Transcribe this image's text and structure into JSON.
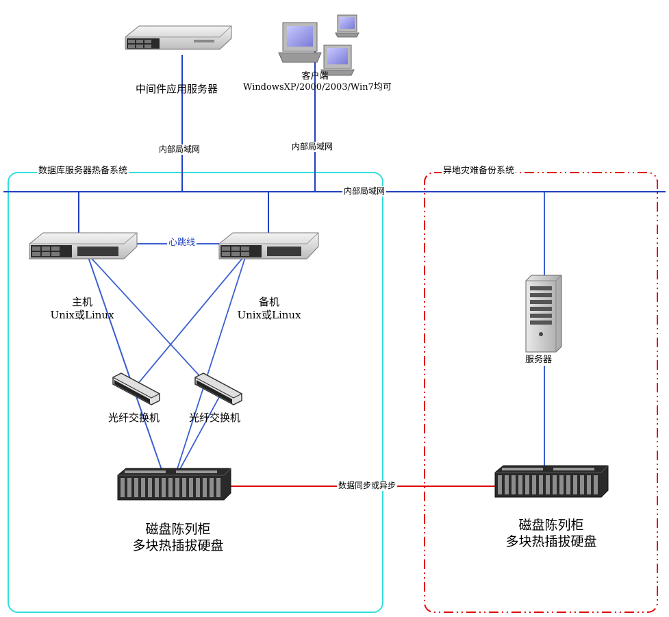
{
  "groups": {
    "db_hot_standby": "数据库服务器热备系统",
    "remote_backup": "异地灾难备份系统"
  },
  "nodes": {
    "middleware": "中间件应用服务器",
    "client_title": "客户端",
    "client_os": "WindowsXP/2000/2003/Win7均可",
    "primary_title": "主机",
    "primary_os": "Unix或Linux",
    "standby_title": "备机",
    "standby_os": "Unix或Linux",
    "fc_switch_1": "光纤交换机",
    "fc_switch_2": "光纤交换机",
    "disk_array_left_1": "磁盘陈列柜",
    "disk_array_left_2": "多块热插拔硬盘",
    "remote_server": "服务器",
    "disk_array_right_1": "磁盘陈列柜",
    "disk_array_right_2": "多块热插拔硬盘"
  },
  "links": {
    "lan_middleware": "内部局域网",
    "lan_client": "内部局域网",
    "lan_backbone": "内部局域网",
    "heartbeat": "心跳线",
    "sync": "数据同步或异步"
  },
  "colors": {
    "lan": "#1f3fbf",
    "fiber": "#3a5fd0",
    "sync": "#e00000",
    "hot_standby_border": "#33dddd",
    "remote_border": "#e00000"
  }
}
